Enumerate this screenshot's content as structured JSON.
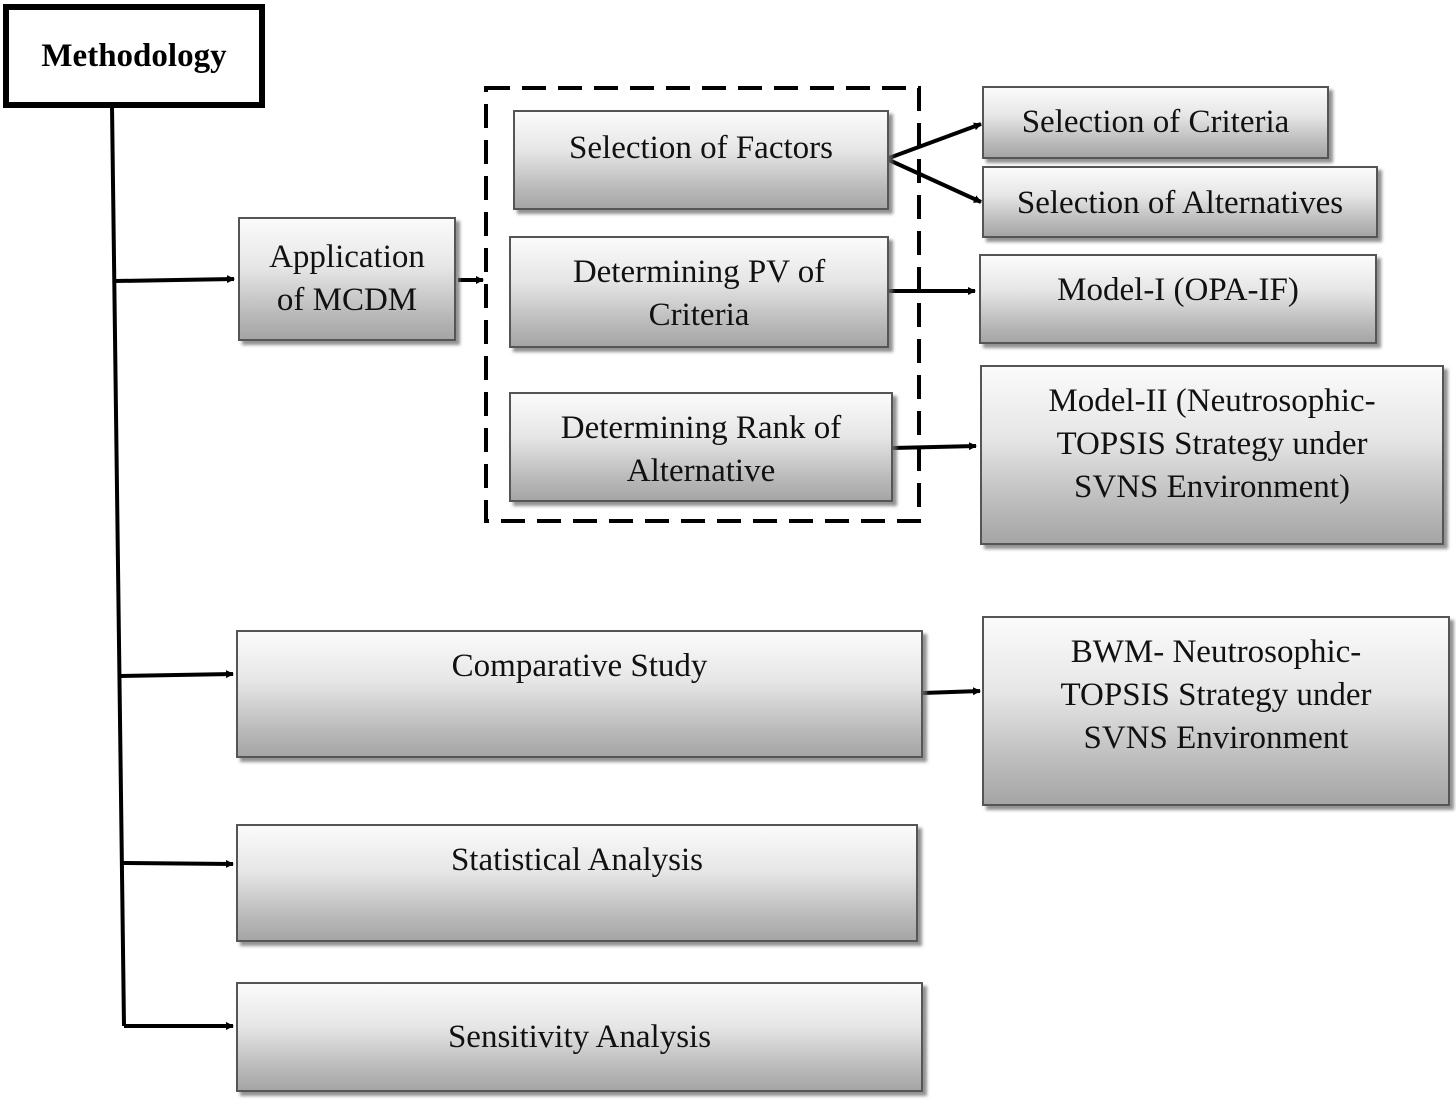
{
  "diagram": {
    "root": {
      "label": "Methodology"
    },
    "application": {
      "label": "Application\nof MCDM"
    },
    "factors": {
      "label": "Selection of Factors"
    },
    "pv": {
      "label": "Determining PV of\nCriteria"
    },
    "rank": {
      "label": "Determining Rank of\nAlternative"
    },
    "criteria": {
      "label": "Selection of Criteria"
    },
    "alternatives": {
      "label": "Selection of Alternatives"
    },
    "model1": {
      "label": "Model-I (OPA-IF)"
    },
    "model2": {
      "label": "Model-II (Neutrosophic-\nTOPSIS Strategy under\nSVNS Environment)"
    },
    "comparative": {
      "label": "Comparative Study"
    },
    "bwm": {
      "label": "BWM- Neutrosophic-\nTOPSIS Strategy under\nSVNS Environment"
    },
    "statistical": {
      "label": "Statistical Analysis"
    },
    "sensitivity": {
      "label": "Sensitivity Analysis"
    }
  }
}
